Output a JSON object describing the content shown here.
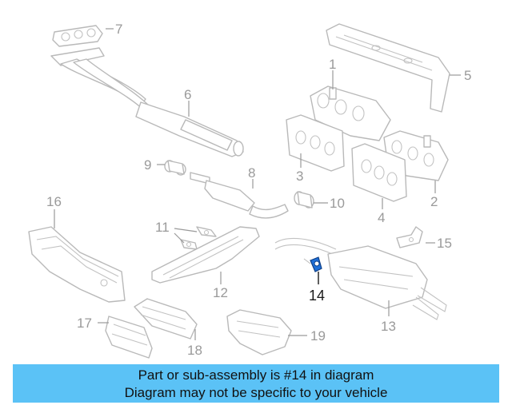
{
  "diagram": {
    "callouts": [
      "1",
      "2",
      "3",
      "4",
      "5",
      "6",
      "7",
      "8",
      "9",
      "10",
      "11",
      "12",
      "13",
      "14",
      "15",
      "16",
      "17",
      "18",
      "19"
    ],
    "highlighted_callout": "14",
    "colors": {
      "banner": "#5bc2f6",
      "highlight": "#1e6fd8",
      "line_art": "#b9b9b9"
    }
  },
  "banner": {
    "line1": "Part or sub-assembly is #14 in diagram",
    "line2": "Diagram may not be specific to your vehicle"
  }
}
